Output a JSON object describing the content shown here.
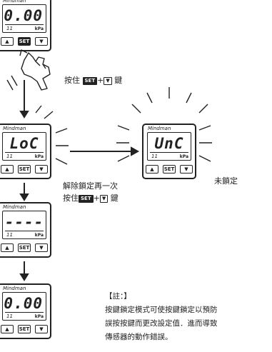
{
  "brand": "Mindman",
  "meters": [
    {
      "id": "m1",
      "display": "0.00",
      "indicator": "11",
      "unit": "kPa",
      "keys": [
        "▲",
        "SET",
        "▼"
      ]
    },
    {
      "id": "m2",
      "display": "LoC",
      "indicator": "11",
      "unit": "kPa",
      "keys": [
        "▲",
        "SET",
        "▼"
      ]
    },
    {
      "id": "m3",
      "display": "UnC",
      "indicator": "11",
      "unit": "kPa",
      "keys": [
        "▲",
        "SET",
        "▼"
      ]
    },
    {
      "id": "m4",
      "display": "----",
      "indicator": "11",
      "unit": "kPa",
      "keys": [
        "▲",
        "SET",
        "▼"
      ]
    },
    {
      "id": "m5",
      "display": "0.00",
      "indicator": "11",
      "unit": "kPa",
      "keys": [
        "▲",
        "SET",
        "▼"
      ]
    }
  ],
  "captions": {
    "press_lock": {
      "prefix": "按住",
      "key1": "SET",
      "plus": "+",
      "key2": "▼",
      "suffix": "鍵"
    },
    "unlock_line1": "解除鎖定再一次",
    "unlock_line2": {
      "prefix": "按住",
      "key1": "SET",
      "plus": "+",
      "key2": "▼",
      "suffix": "鍵"
    },
    "unlocked_label": "未鎖定"
  },
  "note": {
    "title": "【註：】",
    "lines": [
      "按鍵鎖定模式可使按鍵鎖定以預防",
      "誤按按鍵而更改設定值．進而導致",
      "傳感器的動作錯誤。"
    ]
  }
}
